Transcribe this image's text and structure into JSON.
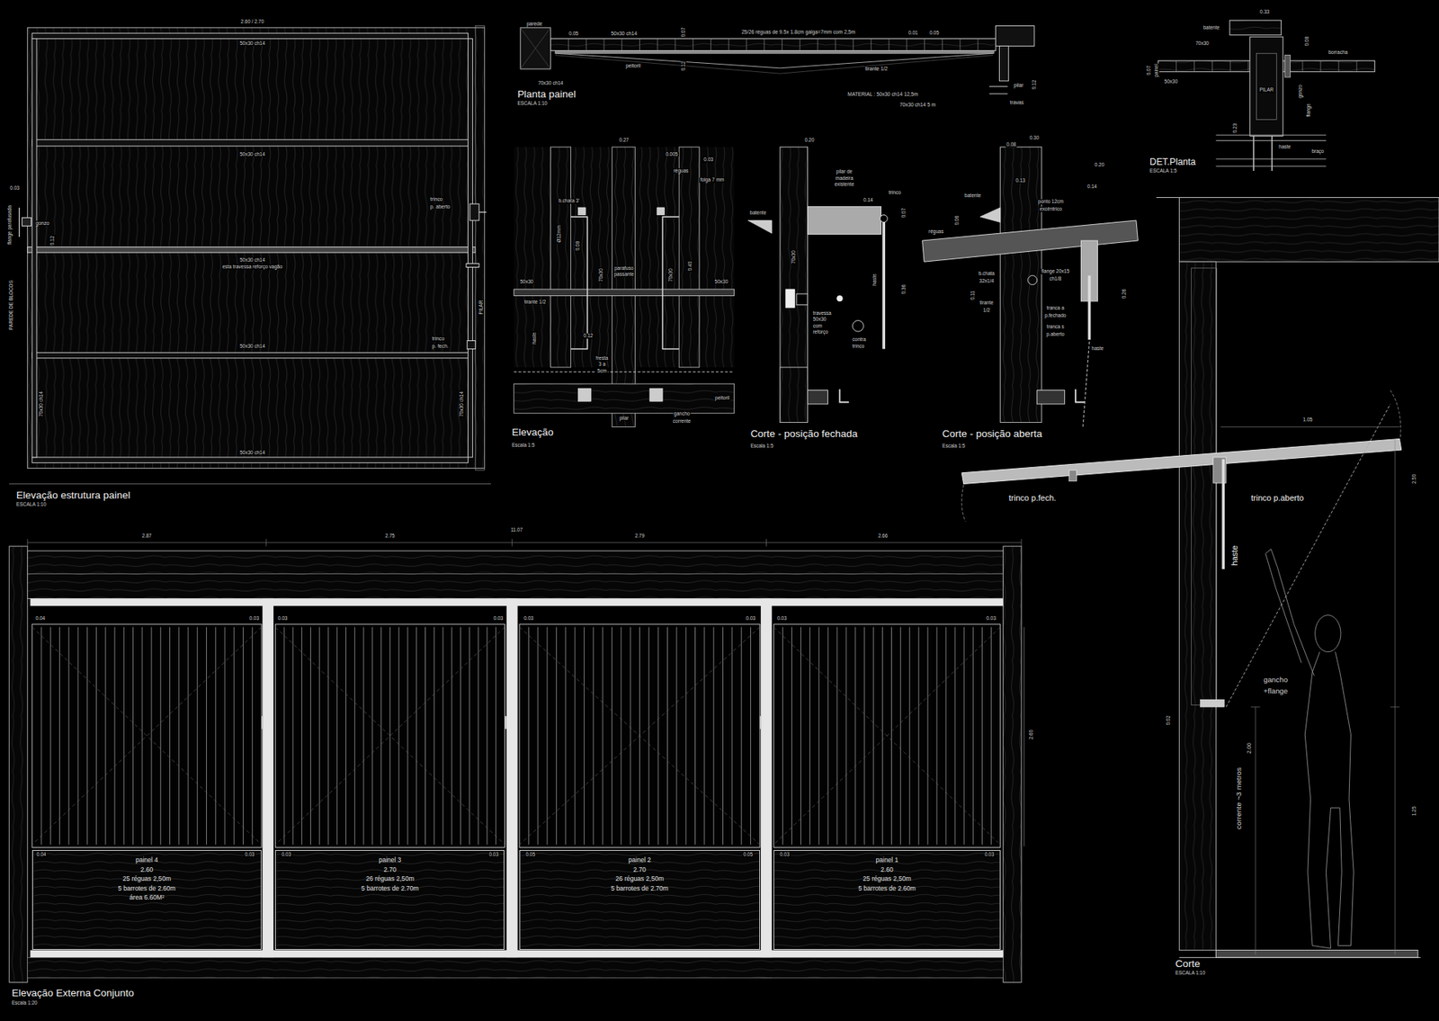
{
  "diagram": {
    "nodes": [
      {
        "text": [
          "painel 4",
          "2.60",
          "25 réguas 2,50m",
          "5 barrotes de 2.60m",
          "área 6.60M²"
        ]
      },
      {
        "text": [
          "painel 3",
          "2.70",
          "26 réguas 2,50m",
          "5 barrotes de 2.70m"
        ]
      },
      {
        "text": [
          "painel 2",
          "2.70",
          "26 réguas 2,50m",
          "5 barrotes de 2.70m"
        ]
      },
      {
        "text": [
          "painel 1",
          "2.60",
          "25 réguas 2,50m",
          "5 barrotes de 2.60m"
        ]
      }
    ],
    "labels": [
      "2.60 / 2.70",
      "50x30 ch14",
      "50x30 ch14",
      "0.03",
      "flange parafusada",
      "gonzo",
      "0.12",
      "50x30 ch14",
      "esta travessa reforço vagão",
      "trinco",
      "p. aberto",
      "PAREDE DE BLOCOS",
      "PILAR",
      "50x30 ch14",
      "trinco",
      "p. fech.",
      "70x30 ch14",
      "70x30 ch14",
      "50x30 ch14",
      "Elevação estrutura painel",
      "ESCALA 1:10",
      "parede",
      "0.05",
      "50x30 ch14",
      "0.07",
      "25/26 réguas de 9.5x 1.8cm galga=7mm com 2,5m",
      "0.01",
      "0.05",
      "peitoril",
      "0.12",
      "tirante 1/2",
      "70x30 ch14",
      "Planta painel",
      "ESCALA 1:10",
      "MATERIAL : 50x30 ch14 12,5m",
      "70x30 ch14 5 m",
      "pilar",
      "0.12",
      "travas",
      "0.33",
      "batente",
      "70x30",
      "0.08",
      "borracha",
      "0.07",
      "painel",
      "50x30",
      "PILAR",
      "gonzo",
      "flange",
      "0.23",
      "haste",
      "braço",
      "DET.Planta",
      "ESCALA 1:5",
      "0.27",
      "0.005",
      "0.03",
      "réguas",
      "folga 7 mm",
      "b.chata 3'",
      "Ø12mm",
      "0.08",
      "parafuso",
      "passante",
      "70x30",
      "70x30",
      "0.40",
      "50x30",
      "50x30",
      "tirante 1/2",
      "haste",
      "0.12",
      "fresta",
      "3 a",
      "5cm",
      "peitoril",
      "pilar",
      "gancho",
      "corrente",
      "Elevação",
      "Escala 1:5",
      "0.20",
      "pilar de",
      "madeira",
      "existente",
      "0.14",
      "trinco",
      "batente",
      "0.07",
      "70x30",
      "haste",
      "0.36",
      "travessa",
      "50x30",
      "com",
      "reforço",
      "contra",
      "trinco",
      "Corte - posição fechada",
      "Escala 1:5",
      "0.08",
      "0.30",
      "0.20",
      "0.13",
      "0.14",
      "batente",
      "0.06",
      "ponto 12cm",
      "excêntrico",
      "réguas",
      "b.chata",
      "32x1/4",
      "flange 20x15",
      "ch1/8",
      "0.11",
      "tirante",
      "1/2",
      "tranca a",
      "p.fechado",
      "tranca s",
      "p.aberto",
      "0.26",
      "haste",
      "Corte - posição aberta",
      "Escala 1:5",
      "1.05",
      "trinco p.fech.",
      "trinco p.aberto",
      "haste",
      "2.50",
      "gancho",
      "+flange",
      "0.02",
      "2.00",
      "corrente ~3 metros",
      "1.25",
      "Corte",
      "ESCALA 1:10",
      "11.07",
      "2.87",
      "2.75",
      "2.79",
      "2.66",
      "0.04",
      "0.03",
      "0.03",
      "0.03",
      "0.03",
      "0.03",
      "0.03",
      "0.03",
      "2.60",
      "0.04",
      "0.03",
      "0.03",
      "0.03",
      "0.05",
      "0.05",
      "0.03",
      "0.03",
      "Elevação Externa Conjunto",
      "Escala 1:20"
    ]
  }
}
